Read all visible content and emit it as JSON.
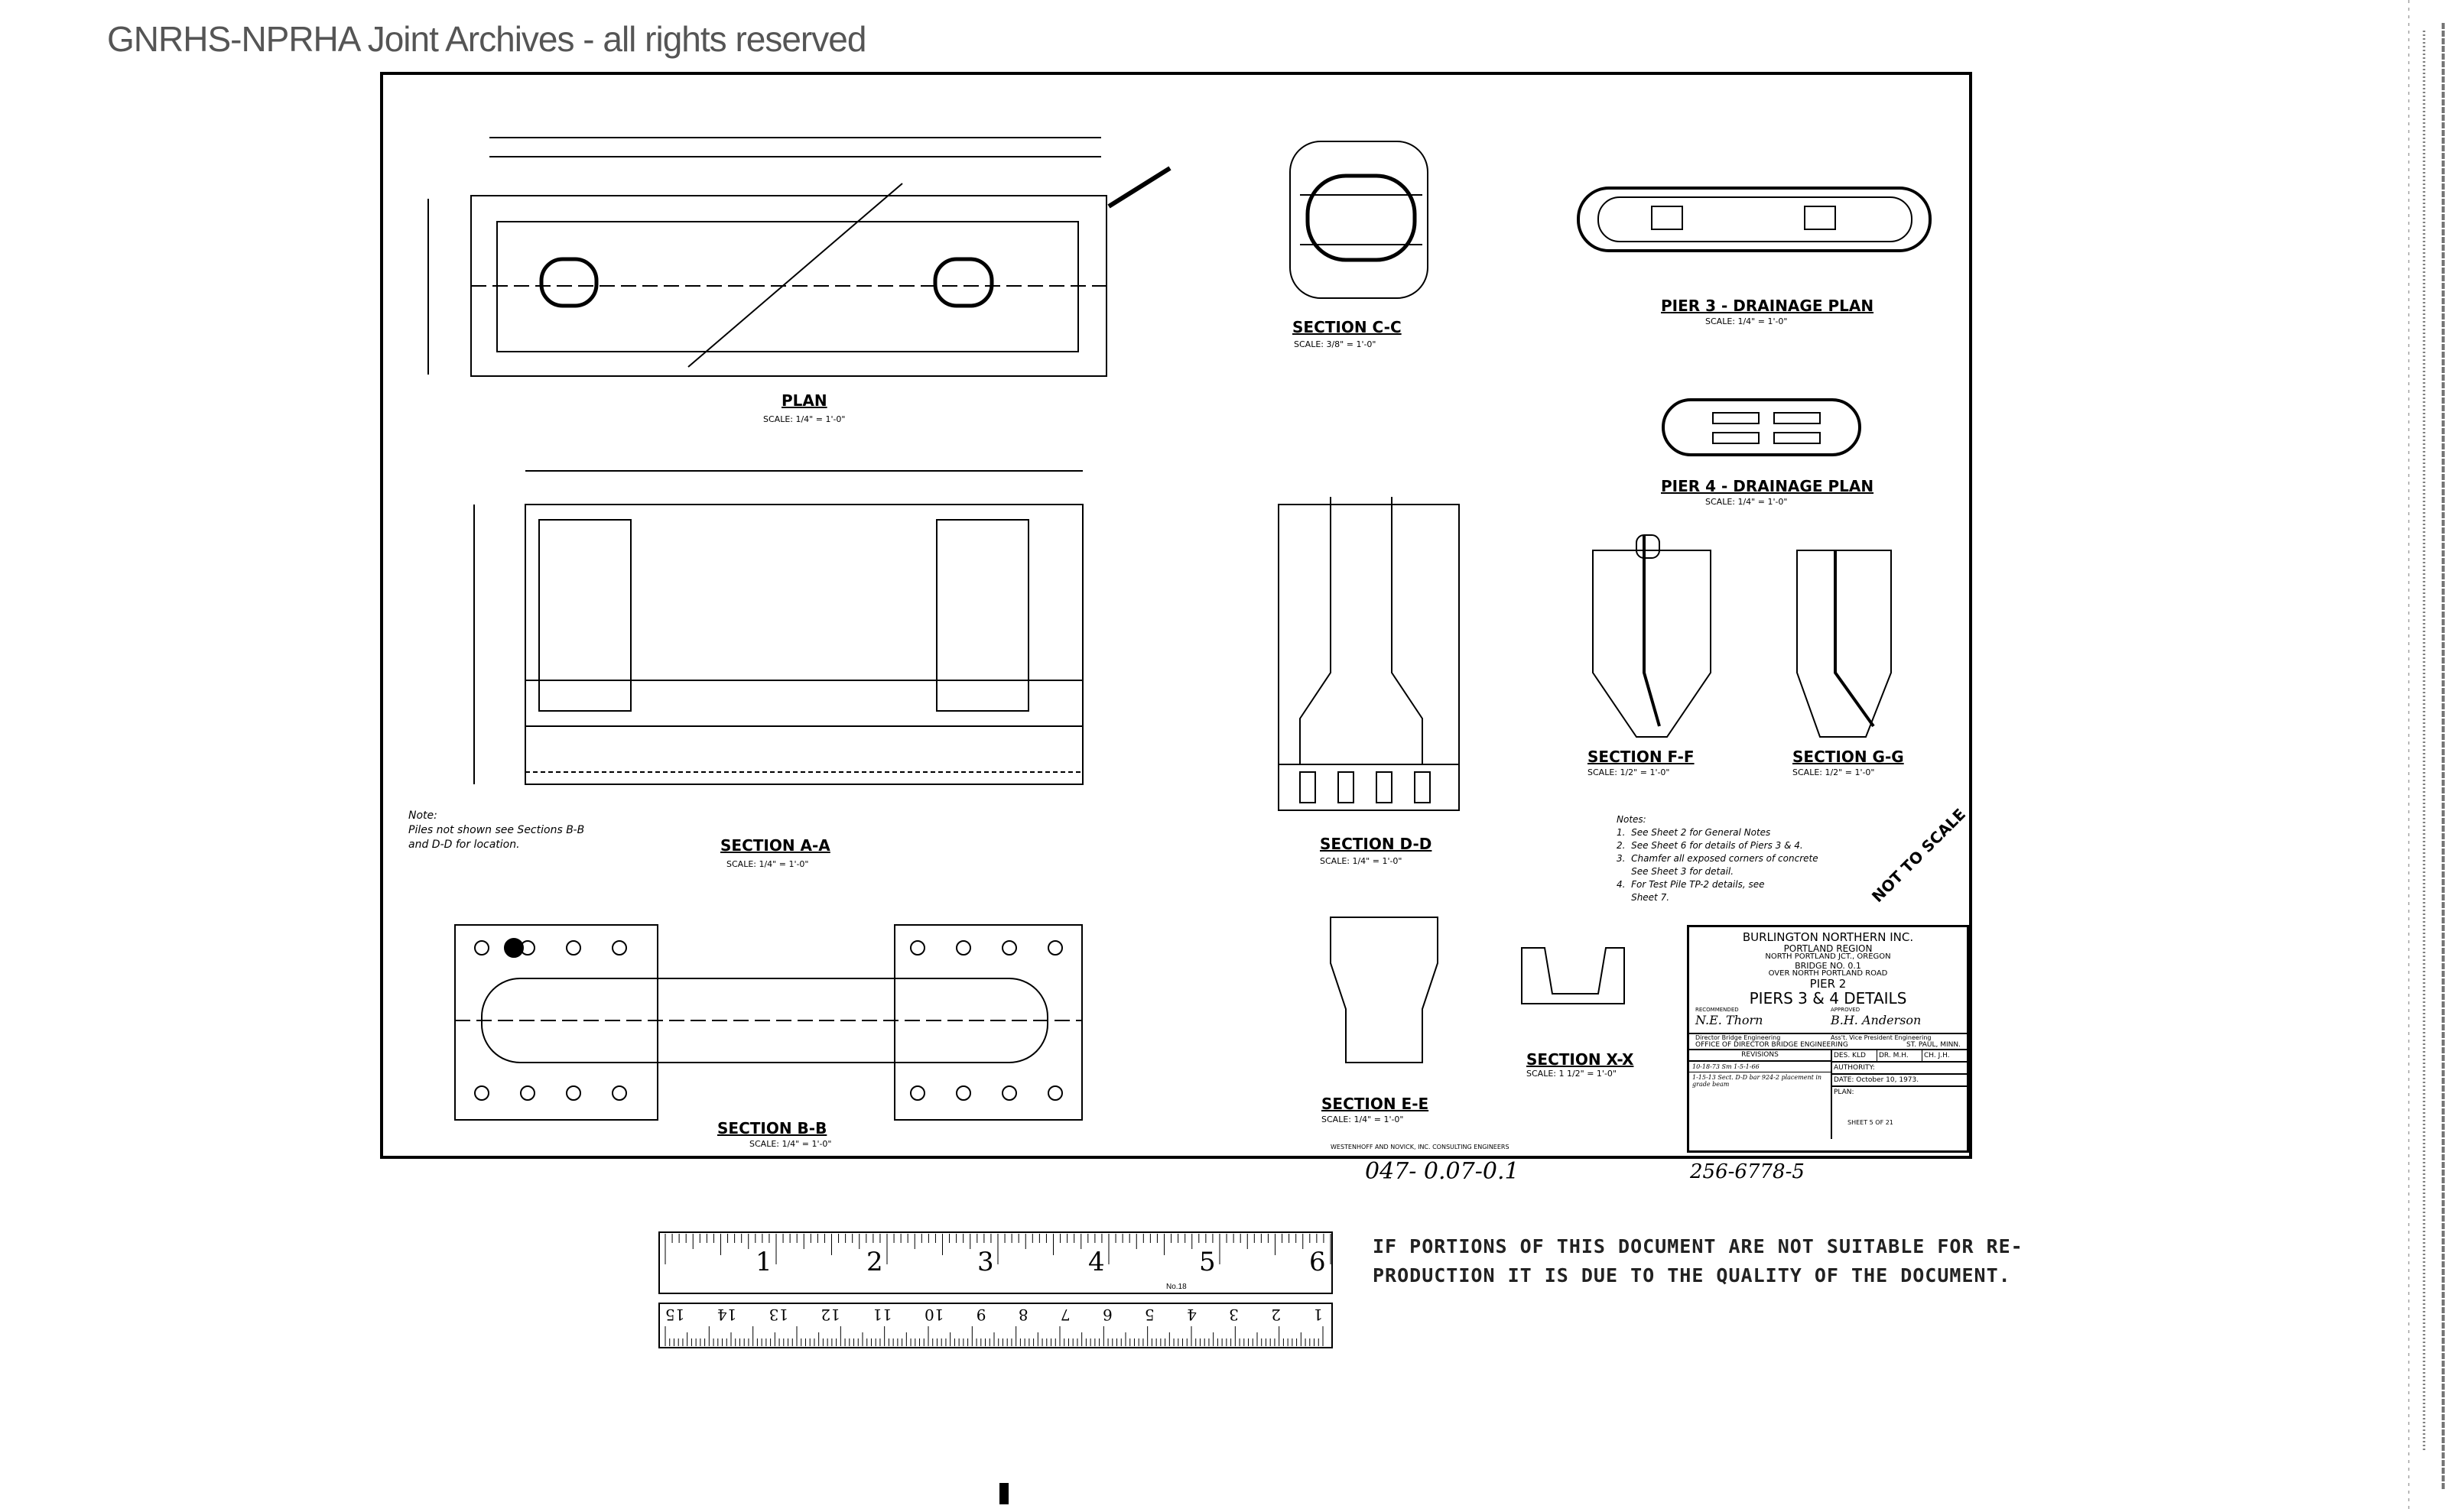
{
  "header": {
    "title": "GNRHS-NPRHA Joint Archives - all rights reserved"
  },
  "sections": {
    "plan": {
      "title": "PLAN",
      "scale": "SCALE: 1/4\" = 1'-0\""
    },
    "section_cc": {
      "title": "SECTION C-C",
      "scale": "SCALE: 3/8\" = 1'-0\""
    },
    "pier3_drainage": {
      "title": "PIER 3 - DRAINAGE PLAN",
      "scale": "SCALE: 1/4\" = 1'-0\""
    },
    "pier4_drainage": {
      "title": "PIER 4 - DRAINAGE PLAN",
      "scale": "SCALE: 1/4\" = 1'-0\""
    },
    "section_aa": {
      "title": "SECTION A-A",
      "scale": "SCALE: 1/4\" = 1'-0\""
    },
    "section_dd": {
      "title": "SECTION D-D",
      "scale": "SCALE: 1/4\" = 1'-0\""
    },
    "section_ff": {
      "title": "SECTION F-F",
      "scale": "SCALE: 1/2\" = 1'-0\""
    },
    "section_gg": {
      "title": "SECTION G-G",
      "scale": "SCALE: 1/2\" = 1'-0\""
    },
    "section_bb": {
      "title": "SECTION B-B",
      "scale": "SCALE: 1/4\" = 1'-0\""
    },
    "section_ee": {
      "title": "SECTION E-E",
      "scale": "SCALE: 1/4\" = 1'-0\""
    },
    "section_xx": {
      "title": "SECTION X-X",
      "scale": "SCALE: 1 1/2\" = 1'-0\""
    }
  },
  "left_note": {
    "heading": "Note:",
    "text": "Piles not shown see Sections B-B\nand D-D for location."
  },
  "notes": {
    "heading": "Notes:",
    "items": [
      "1.  See Sheet 2 for General Notes",
      "2.  See Sheet 6 for details of Piers 3 & 4.",
      "3.  Chamfer all exposed corners of concrete\n     See Sheet 3 for detail.",
      "4.  For Test Pile TP-2 details, see\n     Sheet 7."
    ]
  },
  "stamp": "NOT TO SCALE",
  "title_block": {
    "company": "BURLINGTON NORTHERN INC.",
    "region": "PORTLAND REGION",
    "location": "NORTH PORTLAND JCT., OREGON",
    "bridge": "BRIDGE NO. 0.1",
    "over": "OVER NORTH PORTLAND ROAD",
    "pier": "PIER 2",
    "subtitle": "PIERS 3 & 4 DETAILS",
    "recommended_label": "RECOMMENDED",
    "approved_label": "APPROVED",
    "recommended_role": "Director Bridge Engineering",
    "approved_role": "Ass't. Vice President Engineering",
    "office": "OFFICE OF DIRECTOR BRIDGE ENGINEERING",
    "city": "ST. PAUL, MINN.",
    "revisions_label": "REVISIONS",
    "revisions": [
      "10-18-73 Sm 1-5-1-66",
      "1-15-13 Sect. D-D bar 924-2 placement in grade beam"
    ],
    "des": "DES. KLD",
    "dr": "DR. M.H.",
    "ch": "CH. J.H.",
    "authority": "AUTHORITY:",
    "date": "DATE: October 10, 1973.",
    "plan": "PLAN:",
    "sheet": "SHEET 5  OF  21"
  },
  "consultant": "WESTENHOFF AND NOVICK, INC. CONSULTING ENGINEERS",
  "drawing_number_left": "047- 0.07-0.1",
  "drawing_number_right": "256-6778-5",
  "ruler": {
    "inches": [
      "1",
      "2",
      "3",
      "4",
      "5",
      "6"
    ],
    "cm": [
      "15",
      "14",
      "13",
      "12",
      "11",
      "10",
      "9",
      "8",
      "7",
      "6",
      "5",
      "4",
      "3",
      "2",
      "1"
    ],
    "label": "No.18"
  },
  "disclaimer": "IF PORTIONS OF THIS DOCUMENT ARE NOT SUITABLE FOR RE-\nPRODUCTION IT IS DUE TO THE QUALITY OF THE DOCUMENT."
}
